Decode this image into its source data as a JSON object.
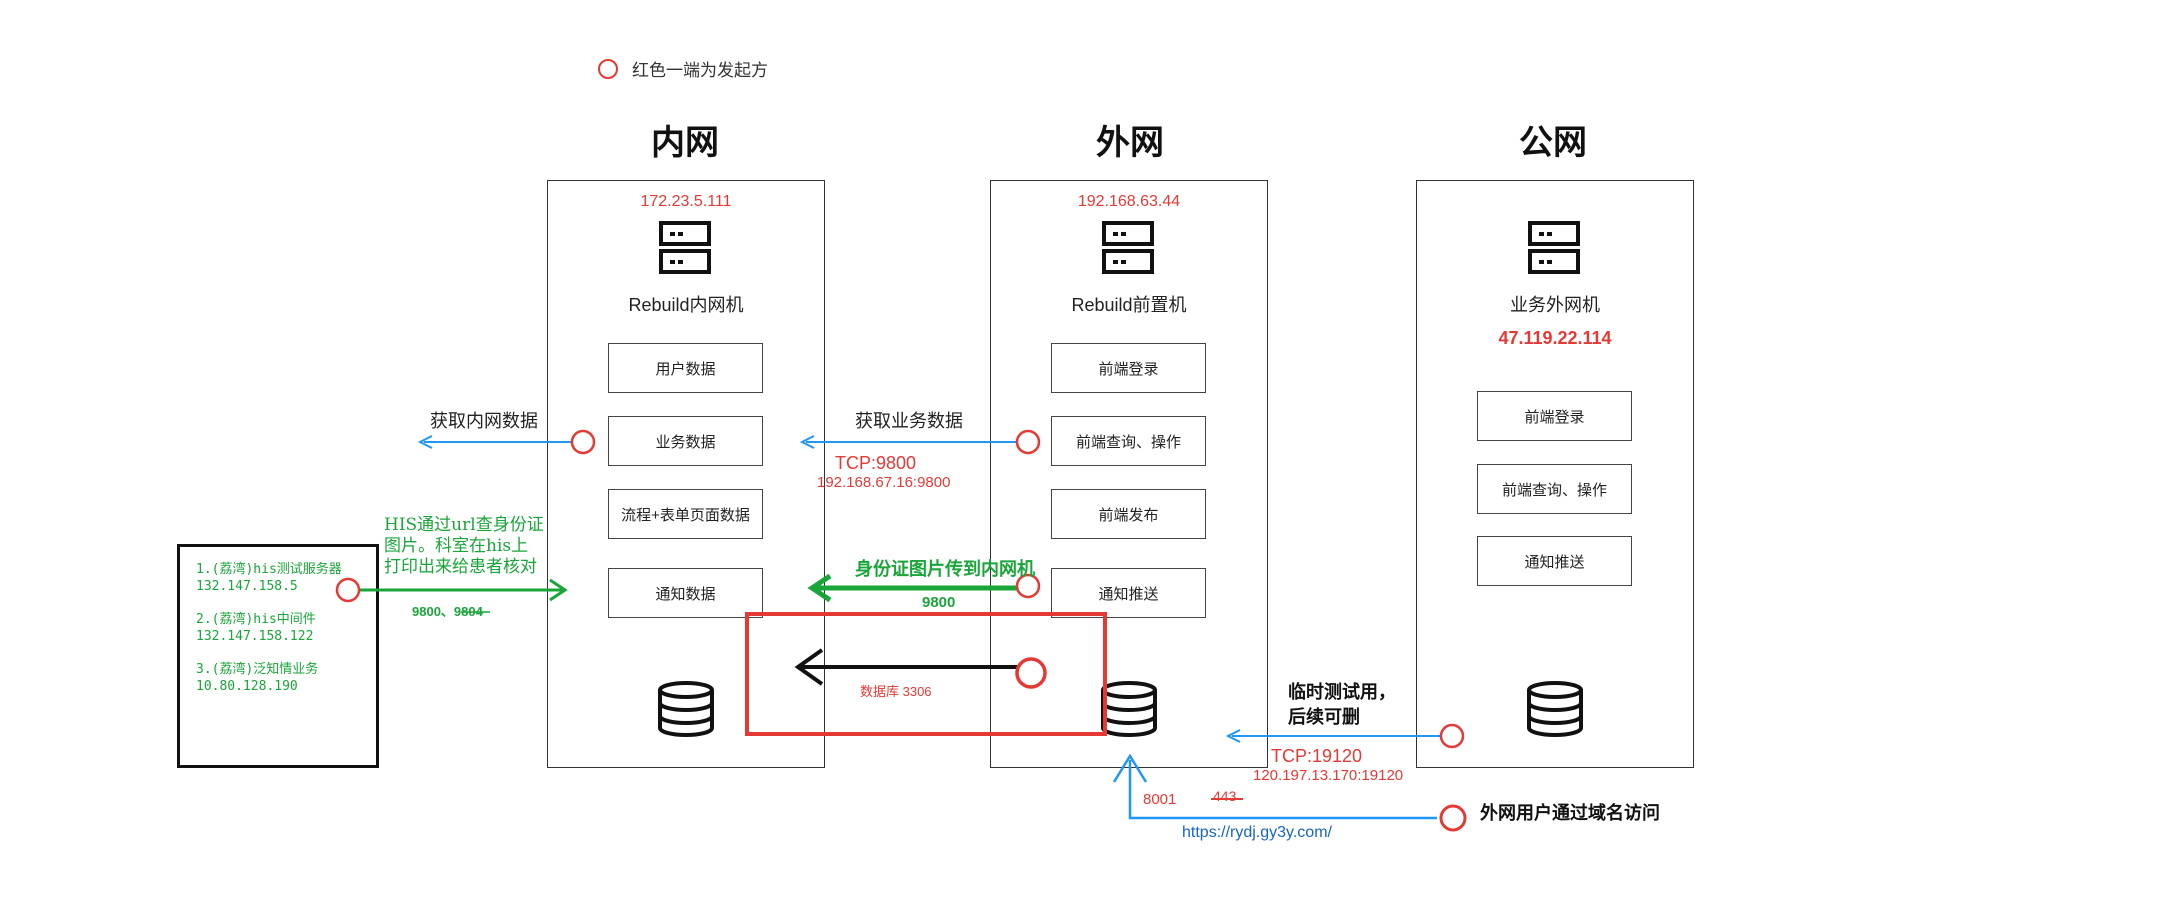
{
  "legend": {
    "text": "红色一端为发起方"
  },
  "columns": {
    "intranet": {
      "title": "内网",
      "ip": "172.23.5.111",
      "machine": "Rebuild内网机",
      "modules": [
        "用户数据",
        "业务数据",
        "流程+表单页面数据",
        "通知数据"
      ]
    },
    "extranet": {
      "title": "外网",
      "ip": "192.168.63.44",
      "machine": "Rebuild前置机",
      "modules": [
        "前端登录",
        "前端查询、操作",
        "前端发布",
        "通知推送"
      ]
    },
    "public": {
      "title": "公网",
      "ip": "47.119.22.114",
      "machine": "业务外网机",
      "modules": [
        "前端登录",
        "前端查询、操作",
        "通知推送"
      ]
    }
  },
  "labels": {
    "get_intranet_data": "获取内网数据",
    "get_business_data": "获取业务数据",
    "tcp_9800": "TCP:9800",
    "tcp_9800_addr": "192.168.67.16:9800",
    "his_note_lines": [
      "HIS通过url查身份证",
      "图片。科室在his上",
      "打印出来给患者核对"
    ],
    "port_9800_9804": "9800、9804",
    "id_photo_note": "身份证图片传到内网机",
    "port_9800": "9800",
    "db_label": "数据库 3306",
    "temp_test_lines": [
      "临时测试用，",
      "后续可删"
    ],
    "tcp_19120": "TCP:19120",
    "tcp_19120_addr": "120.197.13.170:19120",
    "port_8001": "8001",
    "port_443": "443",
    "url": "https://rydj.gy3y.com/",
    "external_user": "外网用户通过域名访问"
  },
  "his_servers": [
    {
      "name": "1.(荔湾)his测试服务器",
      "ip": "132.147.158.5"
    },
    {
      "name": "2.(荔湾)his中间件",
      "ip": "132.147.158.122"
    },
    {
      "name": "3.(荔湾)泛知情业务",
      "ip": "10.80.128.190"
    }
  ],
  "colors": {
    "initiator": "#e53935",
    "blue_arrow": "#2196f3",
    "green_arrow": "#1aa53a",
    "highlight_box": "#e53935"
  }
}
